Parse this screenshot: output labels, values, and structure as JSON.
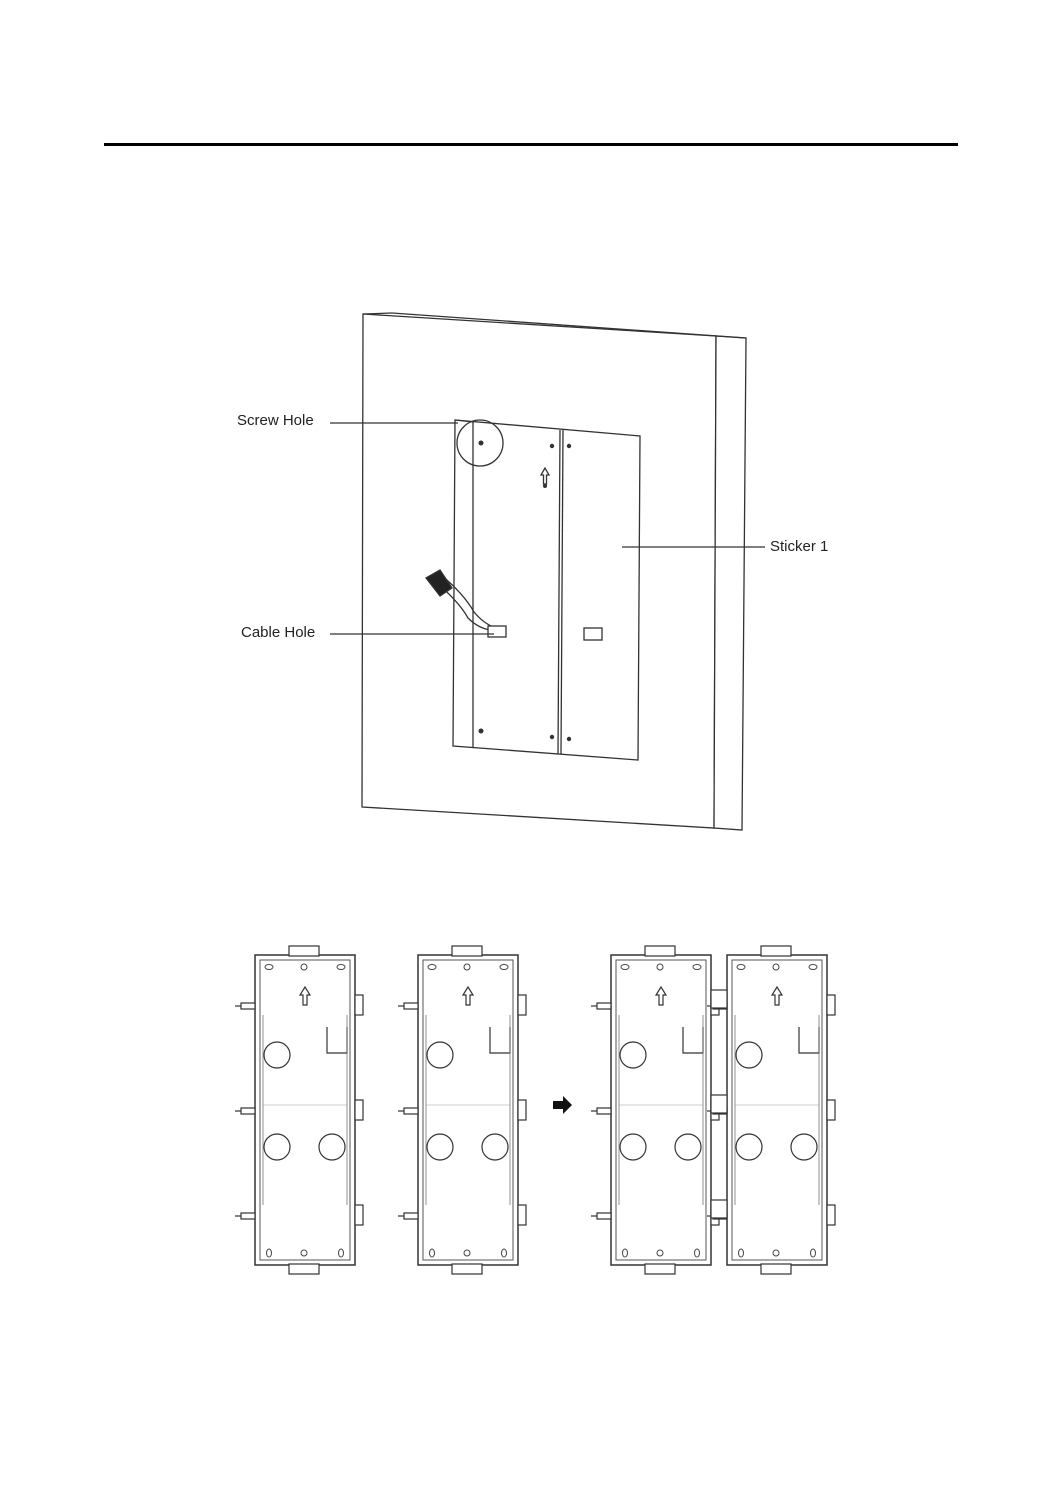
{
  "callouts": {
    "screw_hole": "Screw Hole",
    "cable_hole": "Cable Hole",
    "sticker": "Sticker 1"
  },
  "colors": {
    "line": "#333333",
    "rule": "#000000"
  },
  "icons": {
    "step_arrow": "right-arrow-icon",
    "direction_arrow": "up-arrow-icon"
  }
}
